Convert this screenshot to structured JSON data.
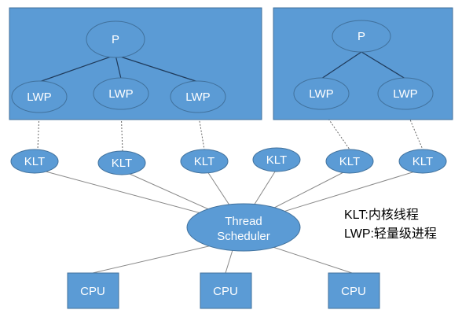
{
  "colors": {
    "fill": "#5b9bd5",
    "stroke": "#41719c",
    "edge": "#888888",
    "text_on_shape": "#ffffff"
  },
  "processes": [
    {
      "label": "P",
      "lwps": [
        "LWP",
        "LWP",
        "LWP"
      ]
    },
    {
      "label": "P",
      "lwps": [
        "LWP",
        "LWP"
      ]
    }
  ],
  "klts": [
    "KLT",
    "KLT",
    "KLT",
    "KLT",
    "KLT",
    "KLT"
  ],
  "scheduler": {
    "line1": "Thread",
    "line2": "Scheduler"
  },
  "cpus": [
    "CPU",
    "CPU",
    "CPU"
  ],
  "legend": {
    "klt": "KLT:内核线程",
    "lwp": "LWP:轻量级进程"
  }
}
